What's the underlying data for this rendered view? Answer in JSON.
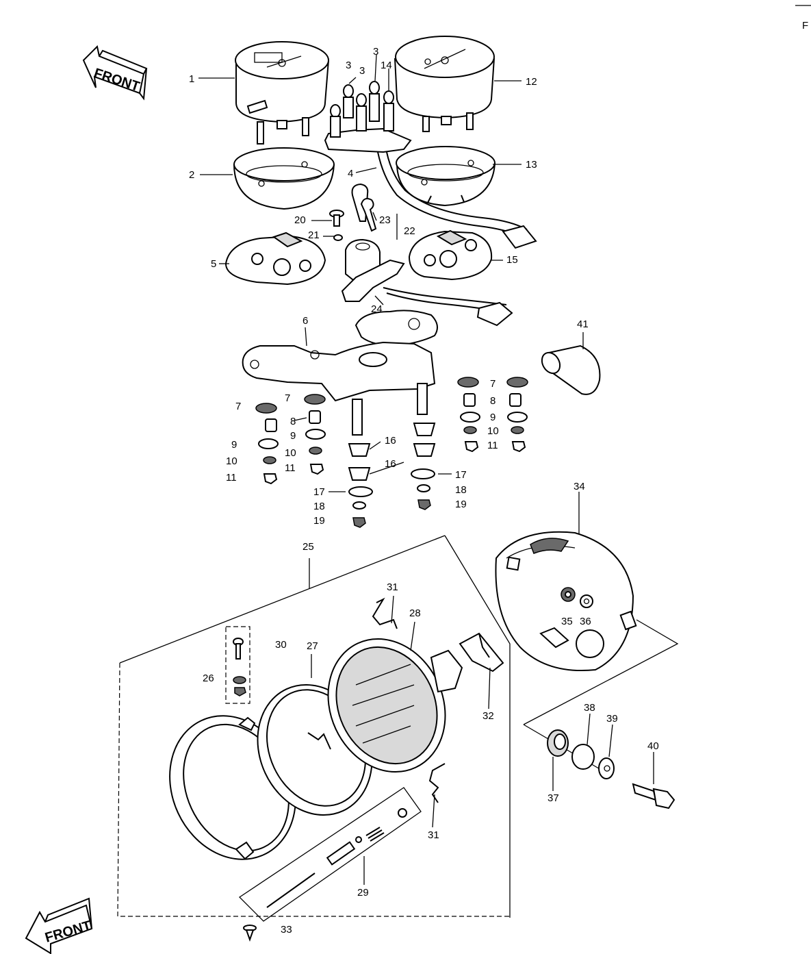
{
  "front_label_top": "FRONT",
  "front_label_bottom": "FRONT",
  "corner_mark": "F",
  "callouts": {
    "c1": "1",
    "c2": "2",
    "c3a": "3",
    "c3b": "3",
    "c3c": "3",
    "c4": "4",
    "c5": "5",
    "c6": "6",
    "c7a": "7",
    "c7b": "7",
    "c7c": "7",
    "c8a": "8",
    "c8b": "8",
    "c9a": "9",
    "c9b": "9",
    "c9c": "9",
    "c10a": "10",
    "c10b": "10",
    "c10c": "10",
    "c11a": "11",
    "c11b": "11",
    "c11c": "11",
    "c12": "12",
    "c13": "13",
    "c14": "14",
    "c15": "15",
    "c16a": "16",
    "c16b": "16",
    "c17a": "17",
    "c17b": "17",
    "c18a": "18",
    "c18b": "18",
    "c19a": "19",
    "c19b": "19",
    "c20": "20",
    "c21": "21",
    "c22": "22",
    "c23": "23",
    "c24": "24",
    "c25": "25",
    "c26": "26",
    "c27": "27",
    "c28": "28",
    "c29": "29",
    "c30": "30",
    "c31a": "31",
    "c31b": "31",
    "c32": "32",
    "c33": "33",
    "c34": "34",
    "c35": "35",
    "c36": "36",
    "c37": "37",
    "c38": "38",
    "c39": "39",
    "c40": "40",
    "c41": "41"
  }
}
